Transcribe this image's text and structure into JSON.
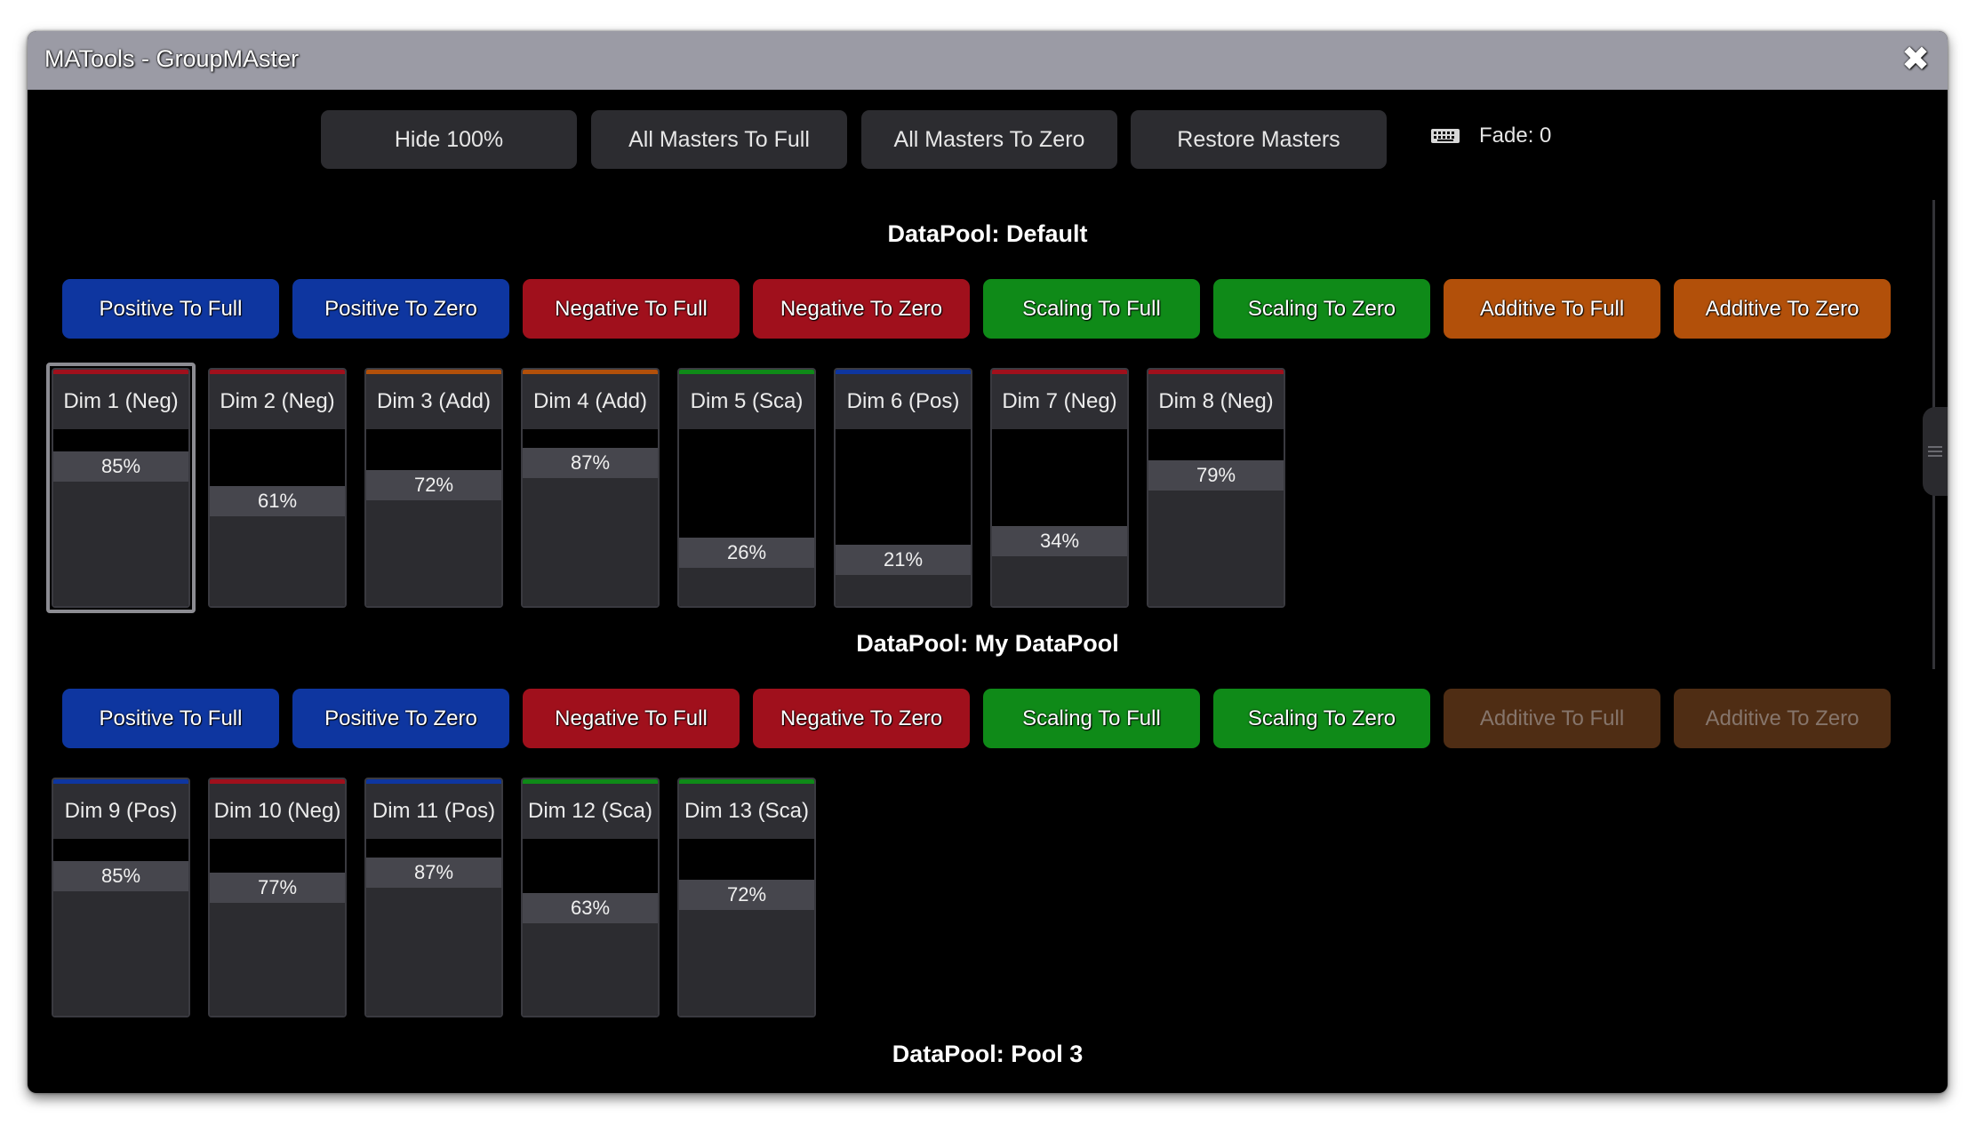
{
  "window": {
    "title": "MATools - GroupMAster"
  },
  "toolbar": {
    "buttons": [
      {
        "label": "Hide 100%"
      },
      {
        "label": "All Masters To Full"
      },
      {
        "label": "All Masters To Zero"
      },
      {
        "label": "Restore Masters"
      }
    ],
    "fade_label": "Fade: 0",
    "keyboard_icon": "keyboard-icon"
  },
  "colors": {
    "positive": "#0e36a0",
    "negative": "#a0101c",
    "scaling": "#0f8a18",
    "additive": "#b2500a",
    "additive_disabled": "#4f2d14"
  },
  "pools": [
    {
      "title": "DataPool: Default",
      "actions": [
        {
          "label": "Positive To Full",
          "kind": "positive",
          "enabled": true
        },
        {
          "label": "Positive To Zero",
          "kind": "positive",
          "enabled": true
        },
        {
          "label": "Negative To Full",
          "kind": "negative",
          "enabled": true
        },
        {
          "label": "Negative To Zero",
          "kind": "negative",
          "enabled": true
        },
        {
          "label": "Scaling To Full",
          "kind": "scaling",
          "enabled": true
        },
        {
          "label": "Scaling To Zero",
          "kind": "scaling",
          "enabled": true
        },
        {
          "label": "Additive To Full",
          "kind": "additive",
          "enabled": true
        },
        {
          "label": "Additive To Zero",
          "kind": "additive",
          "enabled": true
        }
      ],
      "faders": [
        {
          "label": "Dim 1 (Neg)",
          "value": "85%",
          "level": 85,
          "kind": "negative",
          "selected": true
        },
        {
          "label": "Dim 2 (Neg)",
          "value": "61%",
          "level": 61,
          "kind": "negative"
        },
        {
          "label": "Dim 3 (Add)",
          "value": "72%",
          "level": 72,
          "kind": "additive"
        },
        {
          "label": "Dim 4 (Add)",
          "value": "87%",
          "level": 87,
          "kind": "additive"
        },
        {
          "label": "Dim 5 (Sca)",
          "value": "26%",
          "level": 26,
          "kind": "scaling"
        },
        {
          "label": "Dim 6 (Pos)",
          "value": "21%",
          "level": 21,
          "kind": "positive"
        },
        {
          "label": "Dim 7 (Neg)",
          "value": "34%",
          "level": 34,
          "kind": "negative"
        },
        {
          "label": "Dim 8 (Neg)",
          "value": "79%",
          "level": 79,
          "kind": "negative"
        }
      ]
    },
    {
      "title": "DataPool: My DataPool",
      "actions": [
        {
          "label": "Positive To Full",
          "kind": "positive",
          "enabled": true
        },
        {
          "label": "Positive To Zero",
          "kind": "positive",
          "enabled": true
        },
        {
          "label": "Negative To Full",
          "kind": "negative",
          "enabled": true
        },
        {
          "label": "Negative To Zero",
          "kind": "negative",
          "enabled": true
        },
        {
          "label": "Scaling To Full",
          "kind": "scaling",
          "enabled": true
        },
        {
          "label": "Scaling To Zero",
          "kind": "scaling",
          "enabled": true
        },
        {
          "label": "Additive To Full",
          "kind": "additive",
          "enabled": false
        },
        {
          "label": "Additive To Zero",
          "kind": "additive",
          "enabled": false
        }
      ],
      "faders": [
        {
          "label": "Dim 9 (Pos)",
          "value": "85%",
          "level": 85,
          "kind": "positive"
        },
        {
          "label": "Dim 10 (Neg)",
          "value": "77%",
          "level": 77,
          "kind": "negative"
        },
        {
          "label": "Dim 11 (Pos)",
          "value": "87%",
          "level": 87,
          "kind": "positive"
        },
        {
          "label": "Dim 12 (Sca)",
          "value": "63%",
          "level": 63,
          "kind": "scaling"
        },
        {
          "label": "Dim 13 (Sca)",
          "value": "72%",
          "level": 72,
          "kind": "scaling"
        }
      ]
    },
    {
      "title": "DataPool: Pool 3",
      "actions": [],
      "faders": []
    }
  ]
}
